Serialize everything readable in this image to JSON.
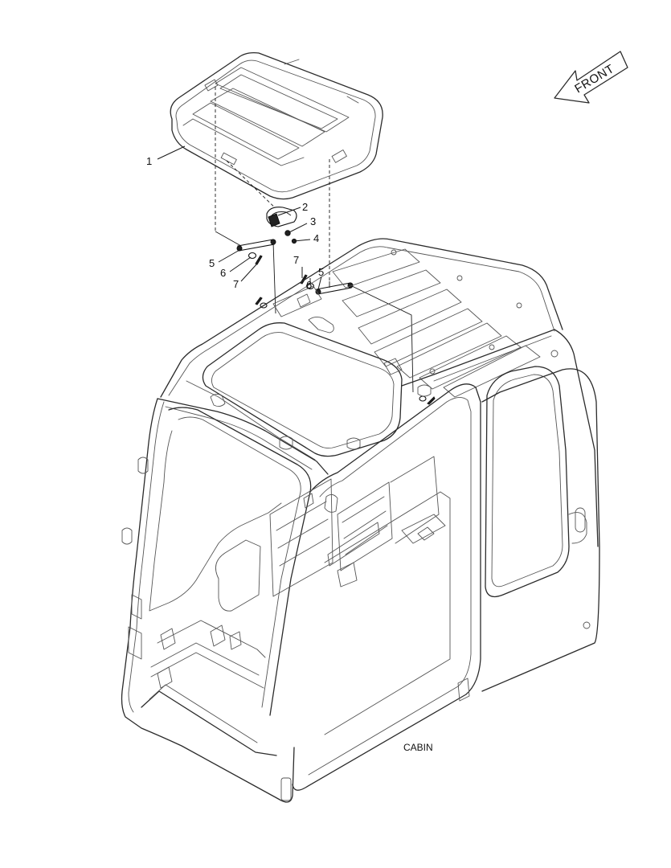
{
  "diagram": {
    "caption": "CABIN",
    "direction_arrow": {
      "label": "FRONT"
    },
    "callouts": [
      {
        "id": "c1",
        "label": "1"
      },
      {
        "id": "c2",
        "label": "2"
      },
      {
        "id": "c3",
        "label": "3"
      },
      {
        "id": "c4",
        "label": "4"
      },
      {
        "id": "c5a",
        "label": "5"
      },
      {
        "id": "c6a",
        "label": "6"
      },
      {
        "id": "c7a",
        "label": "7"
      },
      {
        "id": "c7b",
        "label": "7"
      },
      {
        "id": "c6b",
        "label": "6"
      },
      {
        "id": "c5b",
        "label": "5"
      }
    ]
  }
}
